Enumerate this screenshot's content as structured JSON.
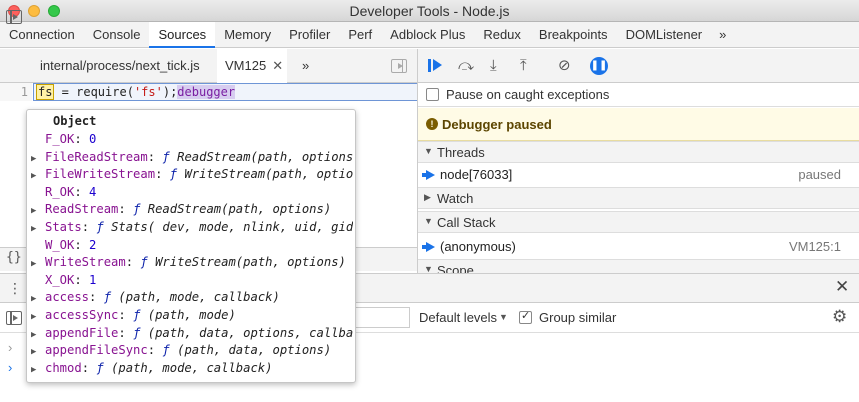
{
  "window": {
    "title": "Developer Tools - Node.js"
  },
  "main_tabs": [
    {
      "label": "Connection"
    },
    {
      "label": "Console"
    },
    {
      "label": "Sources"
    },
    {
      "label": "Memory"
    },
    {
      "label": "Profiler"
    },
    {
      "label": "Perf"
    },
    {
      "label": "Adblock Plus"
    },
    {
      "label": "Redux"
    },
    {
      "label": "Breakpoints"
    },
    {
      "label": "DOMListener"
    }
  ],
  "main_tabs_more": "»",
  "active_tab": "Sources",
  "sources": {
    "file_tabs": [
      {
        "label": "internal/process/next_tick.js"
      },
      {
        "label": "VM125"
      }
    ],
    "close_glyph": "✕",
    "more_glyph": "»",
    "line_number": "1",
    "code": {
      "fs": "fs",
      "mid": " = require(",
      "str": "'fs'",
      "end": ");",
      "debugger": "debugger"
    },
    "format_glyph": "{}"
  },
  "debugger": {
    "pause_on_caught": "Pause on caught exceptions",
    "paused_banner": "Debugger paused",
    "sections": {
      "threads": "Threads",
      "watch": "Watch",
      "call_stack": "Call Stack",
      "scope": "Scope"
    },
    "thread": {
      "name": "node[76033]",
      "status": "paused"
    },
    "frame": {
      "name": "(anonymous)",
      "location": "VM125:1"
    }
  },
  "console": {
    "default_levels": "Default levels",
    "group_similar": "Group similar",
    "prompt_prev": "›",
    "prompt": "›"
  },
  "popup": {
    "title": "Object",
    "props": [
      {
        "key": "F_OK",
        "sep": ": ",
        "val": "0",
        "kind": "num",
        "expand": false
      },
      {
        "key": "FileReadStream",
        "sep": ": ",
        "f": "ƒ ",
        "val": "ReadStream(path, options",
        "kind": "fn",
        "expand": true
      },
      {
        "key": "FileWriteStream",
        "sep": ": ",
        "f": "ƒ ",
        "val": "WriteStream(path, optio",
        "kind": "fn",
        "expand": true
      },
      {
        "key": "R_OK",
        "sep": ": ",
        "val": "4",
        "kind": "num",
        "expand": false
      },
      {
        "key": "ReadStream",
        "sep": ": ",
        "f": "ƒ ",
        "val": "ReadStream(path, options)",
        "kind": "fn",
        "expand": true
      },
      {
        "key": "Stats",
        "sep": ": ",
        "f": "ƒ ",
        "val": "Stats( dev, mode, nlink, uid, gid",
        "kind": "fn",
        "expand": true
      },
      {
        "key": "W_OK",
        "sep": ": ",
        "val": "2",
        "kind": "num",
        "expand": false
      },
      {
        "key": "WriteStream",
        "sep": ": ",
        "f": "ƒ ",
        "val": "WriteStream(path, options)",
        "kind": "fn",
        "expand": true
      },
      {
        "key": "X_OK",
        "sep": ": ",
        "val": "1",
        "kind": "num",
        "expand": false
      },
      {
        "key": "access",
        "sep": ": ",
        "f": "ƒ ",
        "val": "(path, mode, callback)",
        "kind": "fn",
        "expand": true
      },
      {
        "key": "accessSync",
        "sep": ": ",
        "f": "ƒ ",
        "val": "(path, mode)",
        "kind": "fn",
        "expand": true
      },
      {
        "key": "appendFile",
        "sep": ": ",
        "f": "ƒ ",
        "val": "(path, data, options, callba",
        "kind": "fn",
        "expand": true
      },
      {
        "key": "appendFileSync",
        "sep": ": ",
        "f": "ƒ ",
        "val": "(path, data, options)",
        "kind": "fn",
        "expand": true
      },
      {
        "key": "chmod",
        "sep": ": ",
        "f": "ƒ ",
        "val": "(path, mode, callback)",
        "kind": "fn",
        "expand": true
      }
    ]
  },
  "colors": {
    "accent": "#1a73e8",
    "paused_bg": "#fffbe6",
    "key": "#881391",
    "number": "#1c00cf"
  }
}
